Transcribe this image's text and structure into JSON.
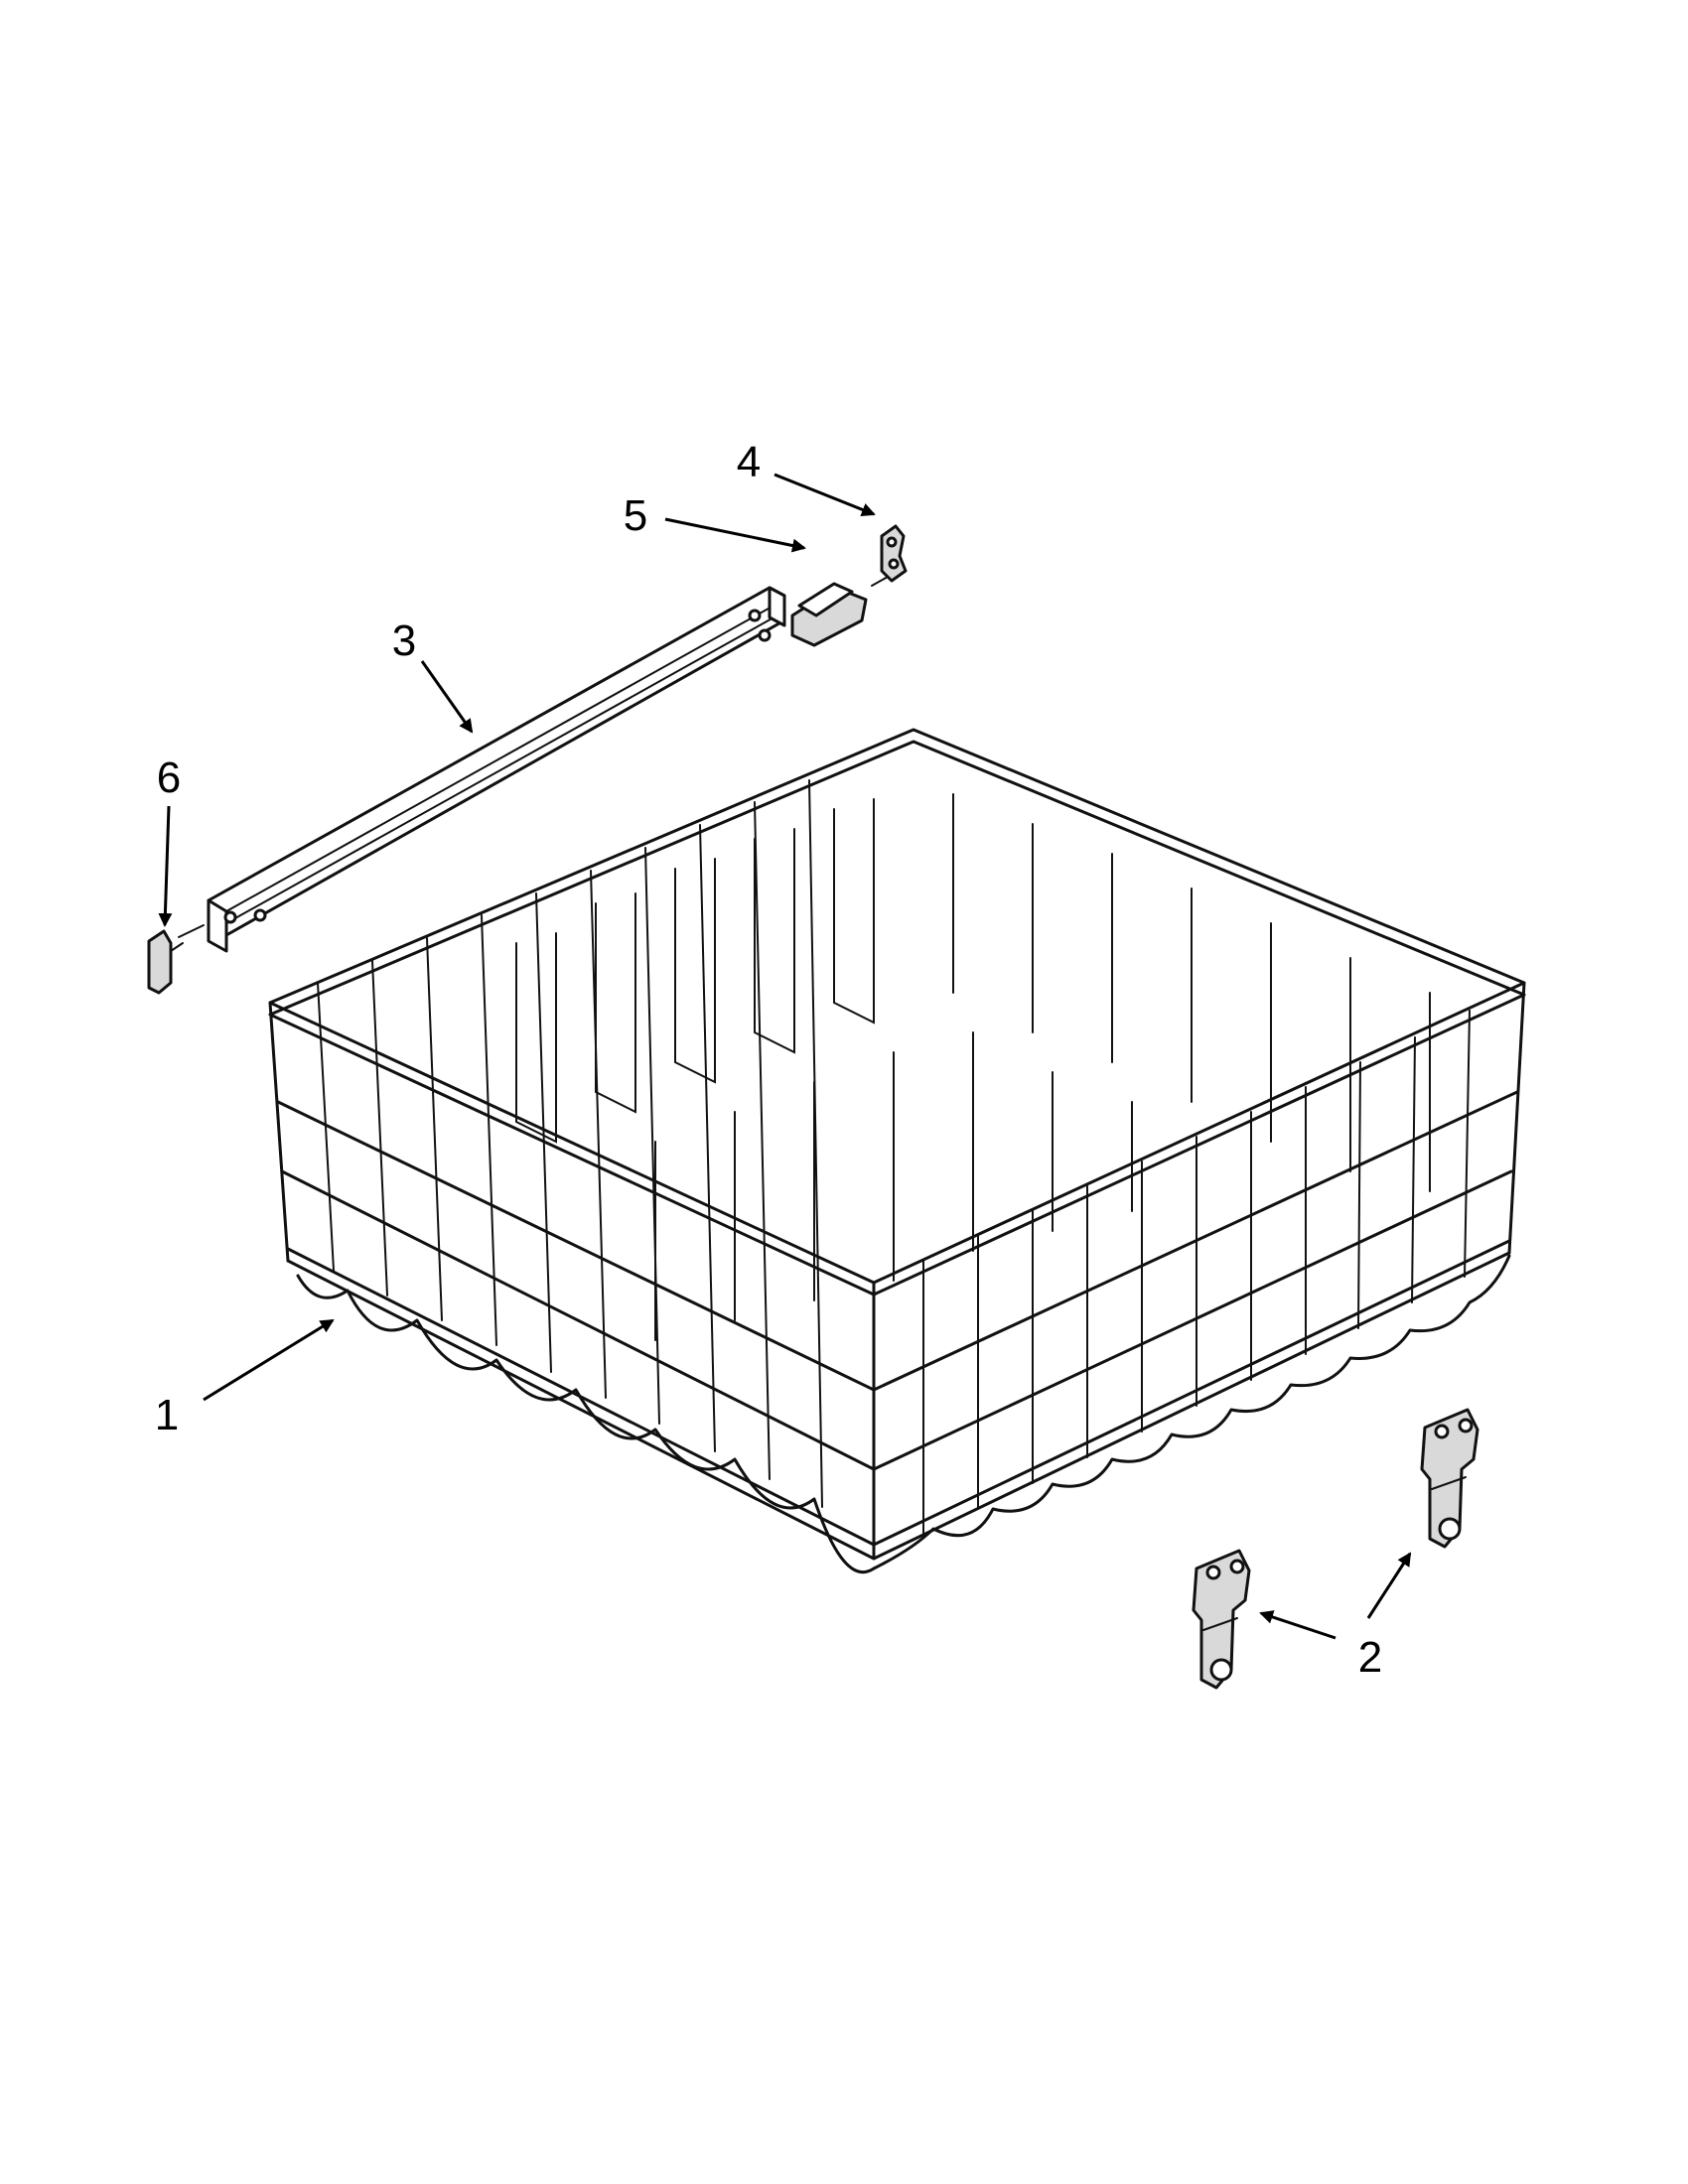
{
  "callouts": [
    {
      "id": "1",
      "label": "1",
      "part": "upper-rack-basket"
    },
    {
      "id": "2",
      "label": "2",
      "part": "rack-adjuster"
    },
    {
      "id": "3",
      "label": "3",
      "part": "rack-rail"
    },
    {
      "id": "4",
      "label": "4",
      "part": "rail-end-cap"
    },
    {
      "id": "5",
      "label": "5",
      "part": "rail-stop"
    },
    {
      "id": "6",
      "label": "6",
      "part": "rail-front-cap"
    }
  ],
  "colors": {
    "line": "#111111",
    "background": "#ffffff",
    "part_shade": "#d9d9d9"
  }
}
